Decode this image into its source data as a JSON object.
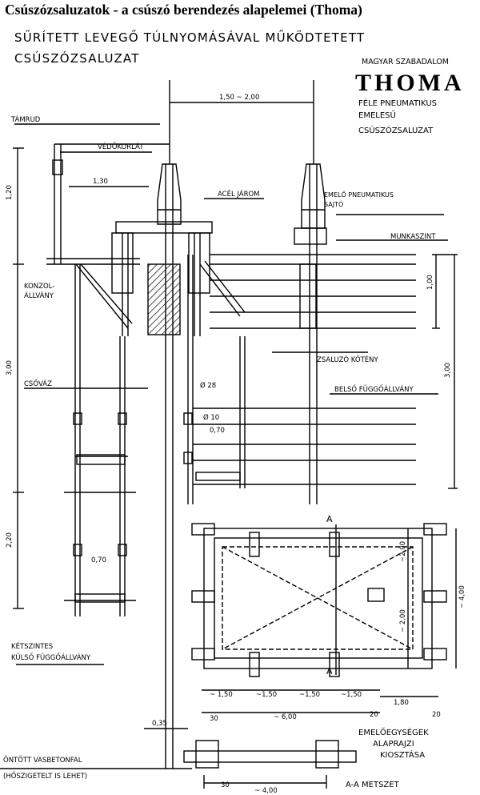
{
  "page_title": "Csúszózsaluzatok - a csúszó berendezés alapelemei (Thoma)",
  "heading_line1": "SŰRÍTETT LEVEGŐ TÚLNYOMÁSÁVAL MŰKÖDTETETT",
  "heading_line2": "CSÚSZÓZSALUZAT",
  "stamp": {
    "line1": "MAGYAR SZABADALOM",
    "brand": "THOMA",
    "line3": "FÉLE PNEUMATIKUS",
    "line4": "EMELESŰ",
    "line5": "CSÚSZÓZSALUZAT"
  },
  "labels": {
    "tamrud": "TÁMRUD",
    "vedokorlat": "VÉDŐKORLÁT",
    "acel_jarom": "ACÉL JÁROM",
    "sajto_1": "EMELŐ PNEUMATIKUS",
    "sajto_2": "SAJTÓ",
    "munkaszint": "MUNKASZINT",
    "konzol_1": "KONZOL-",
    "konzol_2": "ÁLLVÁNY",
    "zsaluzo_koteny": "ZSALUZÓ KÖTÉNY",
    "csovaz": "CSŐVÁZ",
    "phi28": "Ø 28",
    "phi10": "Ø 10",
    "belso": "BELSŐ FÜGGŐÁLLVÁNY",
    "ketszintes_1": "KÉTSZINTES",
    "ketszintes_2": "KÜLSŐ FÜGGŐÁLLVÁNY",
    "emeloegysegek_1": "EMELŐEGYSÉGEK",
    "emeloegysegek_2": "ALAPRAJZI",
    "emeloegysegek_3": "KIOSZTÁSA",
    "ontott_1": "ÖNTÖTT VASBETONFAL",
    "ontott_2": "(HŐSZIGETELT IS LEHET)",
    "aa_metszet": "A-A METSZET",
    "section_a_top": "A",
    "section_a_bottom": "A"
  },
  "dimensions": {
    "top_span": "1,50 ~ 2,00",
    "d130": "1,30",
    "d120": "1,20",
    "d300_left": "3,00",
    "d220": "2,20",
    "d070_a": "0,70",
    "d070_b": "0,70",
    "d100": "1,00",
    "d300_right": "3,00",
    "d150_1": "~ 1,50",
    "d150_2": "~1,50",
    "d150_3": "~1,50",
    "d150_4": "~1,50",
    "d600": "~ 6,00",
    "d180": "1,80",
    "d20_a": "20",
    "d20_b": "20",
    "d30_a": "30",
    "d30_b": "30",
    "d035": "0,35",
    "d200_a": "~2,00",
    "d200_b": "~ 2,00",
    "d400_v": "~ 4,00",
    "d400_h": "~ 4,00"
  }
}
